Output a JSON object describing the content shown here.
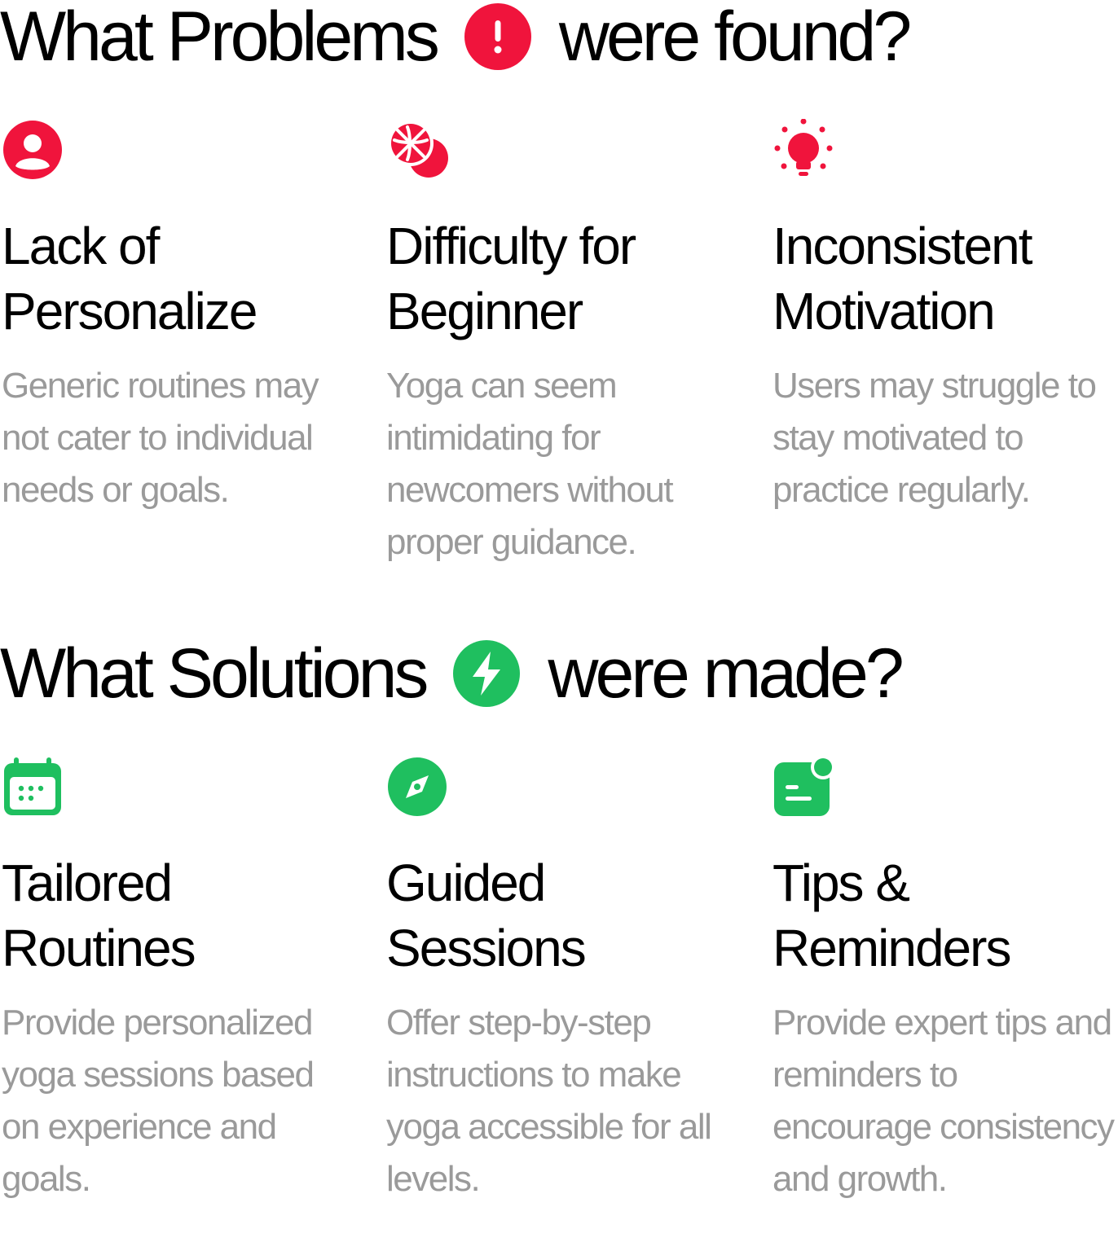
{
  "colors": {
    "problem_accent": "#f0143c",
    "solution_accent": "#1fbf5f",
    "title_text": "#000000",
    "description_text": "#9a9a9a"
  },
  "problems": {
    "heading_before": "What Problems",
    "heading_badge_icon": "exclamation-icon",
    "heading_after": "were found?",
    "items": [
      {
        "icon": "user-circle-icon",
        "title": "Lack of\nPersonalize",
        "description": "Generic routines may not cater to individual needs or goals."
      },
      {
        "icon": "basketball-icon",
        "title": "Difficulty for\nBeginner",
        "description": "Yoga can seem intimidating for newcomers without proper guidance."
      },
      {
        "icon": "lightbulb-icon",
        "title": "Inconsistent\nMotivation",
        "description": "Users may struggle to stay motivated to practice regularly."
      }
    ]
  },
  "solutions": {
    "heading_before": "What Solutions",
    "heading_badge_icon": "lightning-icon",
    "heading_after": "were made?",
    "items": [
      {
        "icon": "calendar-icon",
        "title": "Tailored\nRoutines",
        "description": "Provide personalized yoga sessions based on experience and goals."
      },
      {
        "icon": "compass-icon",
        "title": "Guided\nSessions",
        "description": "Offer step-by-step instructions to make yoga accessible for all levels."
      },
      {
        "icon": "notification-note-icon",
        "title": "Tips &\nReminders",
        "description": "Provide expert tips and reminders to encourage consistency and growth."
      }
    ]
  }
}
